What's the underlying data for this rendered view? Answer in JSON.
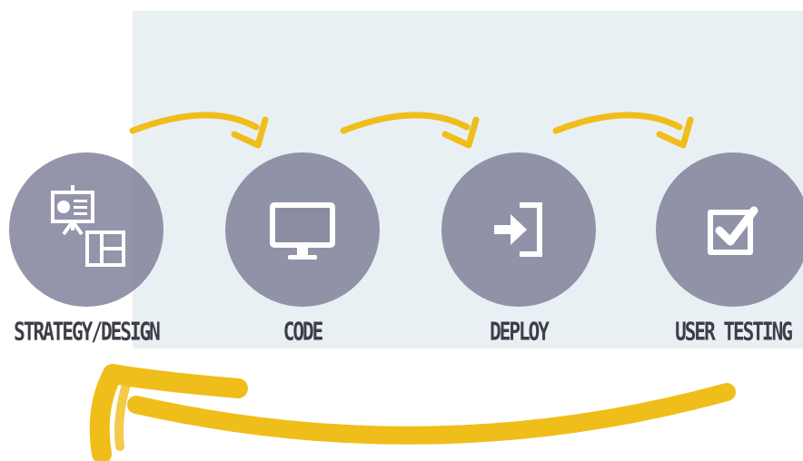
{
  "steps": [
    {
      "id": "strategy",
      "label": "STRATEGY/DESIGN",
      "icon": "presentation-layout-icon"
    },
    {
      "id": "code",
      "label": "CODE",
      "icon": "monitor-icon"
    },
    {
      "id": "deploy",
      "label": "DEPLOY",
      "icon": "sign-in-icon"
    },
    {
      "id": "testing",
      "label": "USER TESTING",
      "icon": "checkbox-icon"
    }
  ],
  "colors": {
    "panel": "#e9f0f4",
    "circle": "#7d7e97",
    "arrow": "#f0be1a",
    "label": "#3e3e48",
    "icon": "#ffffff"
  }
}
